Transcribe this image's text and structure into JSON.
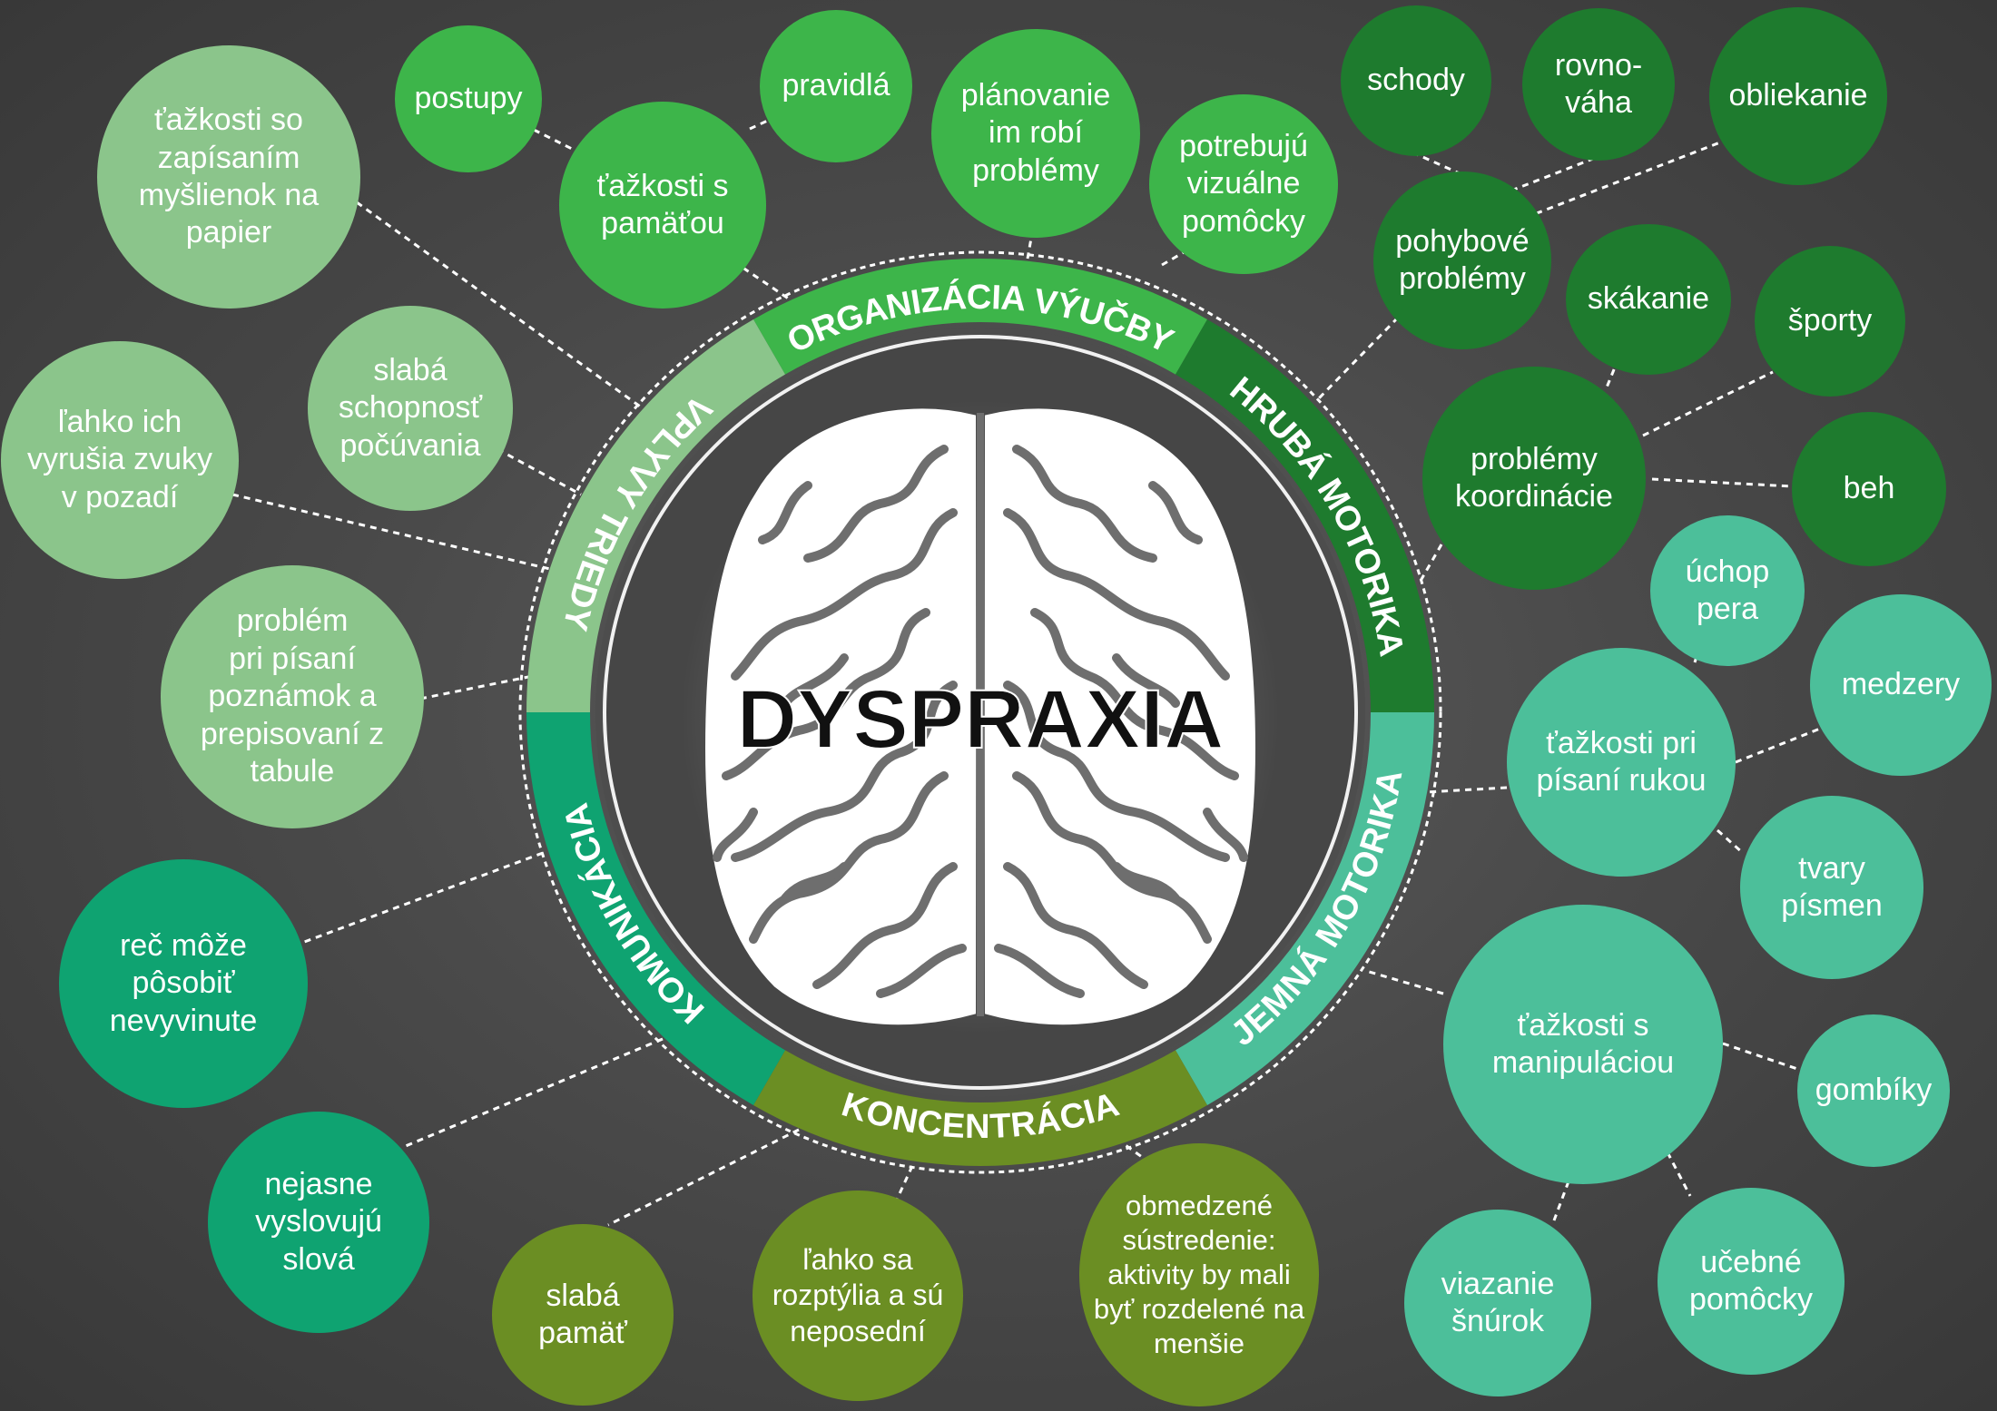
{
  "title": "DYSPRAXIA",
  "colors": {
    "vplyvy_triedy": "#8bc58b",
    "organizacia_vyucby": "#3db54a",
    "hruba_motorika": "#1e7b2e",
    "jemna_motorika": "#4cbf9a",
    "koncentracia": "#6b8e23",
    "komunikacia": "#0fa371",
    "background": "#4a4a4a"
  },
  "segments": {
    "vplyvy_triedy": "VPLYVY TRIEDY",
    "organizacia_vyucby": "ORGANIZÁCIA VÝUČBY",
    "hruba_motorika": "HRUBÁ MOTORIKA",
    "jemna_motorika": "JEMNÁ MOTORIKA",
    "koncentracia": "KONCENTRÁCIA",
    "komunikacia": "KOMUNIKÁCIA"
  },
  "nodes": {
    "postupy": "postupy",
    "pravidla": "pravidlá",
    "tazkosti_pamat": "ťažkosti s\npamäťou",
    "planovanie": "plánovanie\nim robí\nproblémy",
    "vizualne_pomocky": "potrebujú\nvizuálne\npomôcky",
    "tazkosti_zapisanim": "ťažkosti so\nzapísaním\nmyšlienok na\npapier",
    "slaba_schopnost": "slabá\nschopnosť\npočúvania",
    "vyrusia_zvuky": "ľahko ich\nvyrušia zvuky\nv pozadí",
    "problem_pisani": "problém\npri písaní\npoznámok a\nprepisovaní z\ntabule",
    "schody": "schody",
    "rovnovaha": "rovno-\nváha",
    "obliekanie": "obliekanie",
    "pohybove": "pohybové\nproblémy",
    "skakanie": "skákanie",
    "sporty": "športy",
    "koordinacie": "problémy\nkoordinácie",
    "beh": "beh",
    "uchop_pera": "úchop\npera",
    "medzery": "medzery",
    "pisani_rukou": "ťažkosti pri\npísaní rukou",
    "tvary_pismen": "tvary\npísmen",
    "manipulaciou": "ťažkosti s\nmanipuláciou",
    "gombiky": "gombíky",
    "snurok": "viazanie\nšnúrok",
    "ucebne_pomocky": "učebné\npomôcky",
    "obmedzene": "obmedzené\nsústredenie:\naktivity by mali\nbyť rozdelené na\nmenšie",
    "rozptylia": "ľahko sa\nrozptýlia a sú\nneposední",
    "slaba_pamat": "slabá\npamäť",
    "rec": "reč môže\npôsobiť\nnevyvinute",
    "nejasne": "nejasne\nvyslovujú\nslová"
  }
}
